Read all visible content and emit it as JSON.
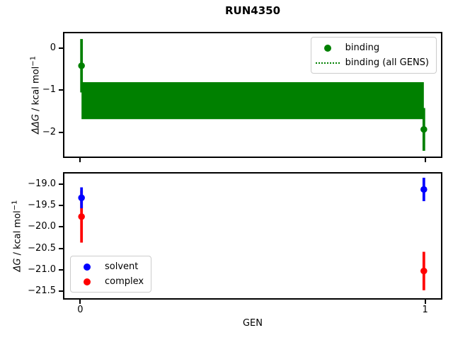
{
  "title": "RUN4350",
  "chart_data": [
    {
      "type": "scatter",
      "title": "RUN4350",
      "ylabel": "ΔΔG / kcal mol⁻¹",
      "ylabel_parts": {
        "math": "ΔΔG",
        "rest": " / kcal mol",
        "sup": "−1"
      },
      "xlim": [
        -0.05,
        1.05
      ],
      "ylim": [
        -2.61,
        0.39
      ],
      "grid": false,
      "yticks": [
        0,
        -1,
        -2
      ],
      "ytick_labels": [
        "0",
        "−1",
        "−2"
      ],
      "xticks": [
        0,
        1
      ],
      "series": [
        {
          "name": "binding (all GENS)",
          "type": "band",
          "color": "#008000",
          "x_range": [
            0,
            1
          ],
          "band": [
            -0.8,
            -1.7
          ],
          "zorder": 1
        },
        {
          "name": "binding",
          "type": "points",
          "color": "#008000",
          "marker": "circle",
          "x": [
            0,
            1
          ],
          "y": [
            -0.4,
            -1.95
          ],
          "yerr": [
            0.65,
            0.52
          ],
          "zorder": 2
        }
      ],
      "legend": {
        "position": "upper right",
        "entries": [
          {
            "label": "binding",
            "glyph": "dot",
            "color": "#008000"
          },
          {
            "label": "binding (all GENS)",
            "glyph": "dotted-line",
            "color": "#008000"
          }
        ]
      }
    },
    {
      "type": "scatter",
      "ylabel": "ΔG / kcal mol⁻¹",
      "ylabel_parts": {
        "math": "ΔG",
        "rest": " / kcal mol",
        "sup": "−1"
      },
      "xlabel": "GEN",
      "xlim": [
        -0.05,
        1.05
      ],
      "ylim": [
        -21.7,
        -18.72
      ],
      "grid": false,
      "yticks": [
        -19.0,
        -19.5,
        -20.0,
        -20.5,
        -21.0,
        -21.5
      ],
      "ytick_labels": [
        "−19.0",
        "−19.5",
        "−20.0",
        "−20.5",
        "−21.0",
        "−21.5"
      ],
      "xticks": [
        0,
        1
      ],
      "xtick_labels": [
        "0",
        "1"
      ],
      "series": [
        {
          "name": "complex",
          "type": "points",
          "color": "#ff0000",
          "marker": "circle",
          "x": [
            0,
            1
          ],
          "y": [
            -19.75,
            -21.05
          ],
          "yerr": [
            0.62,
            0.46
          ],
          "zorder": 1
        },
        {
          "name": "solvent",
          "type": "points",
          "color": "#0000ff",
          "marker": "circle",
          "x": [
            0,
            1
          ],
          "y": [
            -19.3,
            -19.1
          ],
          "yerr": [
            0.25,
            0.28
          ],
          "zorder": 2
        }
      ],
      "legend": {
        "position": "lower left",
        "entries": [
          {
            "label": "solvent",
            "glyph": "dot",
            "color": "#0000ff"
          },
          {
            "label": "complex",
            "glyph": "dot",
            "color": "#ff0000"
          }
        ]
      }
    }
  ]
}
